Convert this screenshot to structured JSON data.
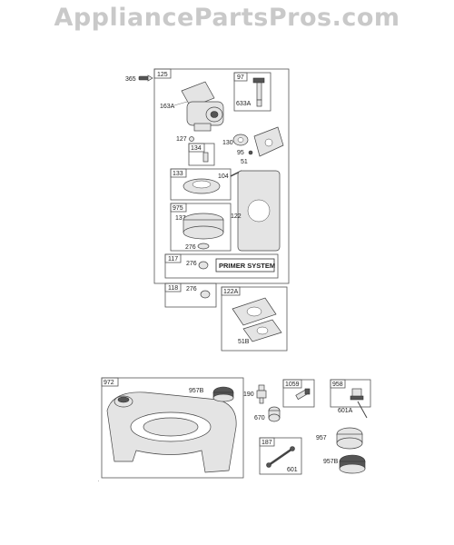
{
  "watermark": "AppliancePartsPros.com",
  "callouts": {
    "c365": "365",
    "c125": "125",
    "c97": "97",
    "c163A": "163A",
    "c633A": "633A",
    "c127": "127",
    "c130": "130",
    "c95": "95",
    "c51": "51",
    "c134": "134",
    "c133": "133",
    "c104": "104",
    "c975": "975",
    "c137": "137",
    "c122": "122",
    "c276a": "276",
    "c117": "117",
    "c276b": "276",
    "c118": "118",
    "c276c": "276",
    "c122A": "122A",
    "c51B": "51B",
    "c972": "972",
    "c957Ba": "957B",
    "c190": "190",
    "c1059": "1059",
    "c958": "958",
    "c670": "670",
    "c601A": "601A",
    "c957": "957",
    "c187": "187",
    "c601": "601",
    "c957Bb": "957B"
  },
  "primer_label": "PRIMER SYSTEM"
}
